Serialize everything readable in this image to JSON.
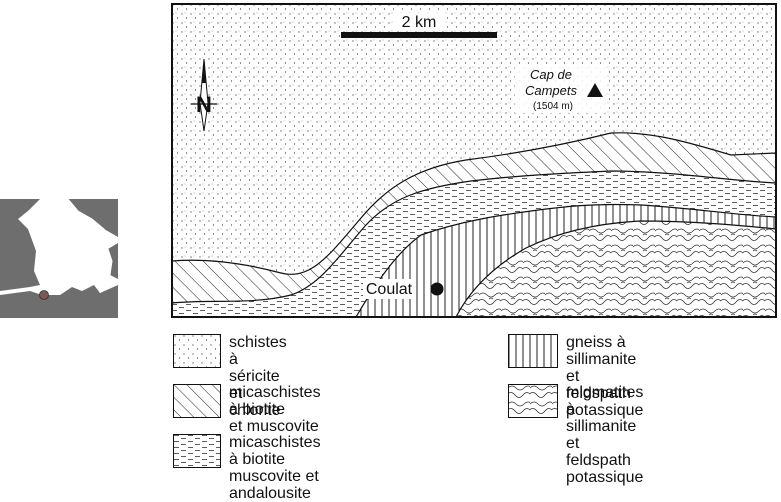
{
  "map": {
    "scale_label": "2 km",
    "north_label": "N",
    "peak": {
      "name_line1": "Cap de",
      "name_line2": "Campets",
      "elevation": "(1504 m)"
    },
    "town": "Coulat"
  },
  "legend": [
    {
      "id": "schistes",
      "pattern": "dots",
      "lines": [
        "schistes à séricite",
        "et chlorite"
      ]
    },
    {
      "id": "micaschistes-bm",
      "pattern": "diagonal",
      "lines": [
        "micaschistes à biotite",
        "et muscovite"
      ]
    },
    {
      "id": "micaschistes-bma",
      "pattern": "dashes",
      "lines": [
        "micaschistes à biotite",
        "muscovite et andalousite"
      ]
    },
    {
      "id": "gneiss",
      "pattern": "vertical",
      "lines": [
        "gneiss à sillimanite et",
        "feldspath potassique"
      ]
    },
    {
      "id": "migmatites",
      "pattern": "swirl",
      "lines": [
        "migmatites à sillimanite et",
        "feldspath potassique"
      ]
    }
  ],
  "colors": {
    "ink": "#111111",
    "land": "#6e6e6e",
    "sea": "#ffffff"
  }
}
